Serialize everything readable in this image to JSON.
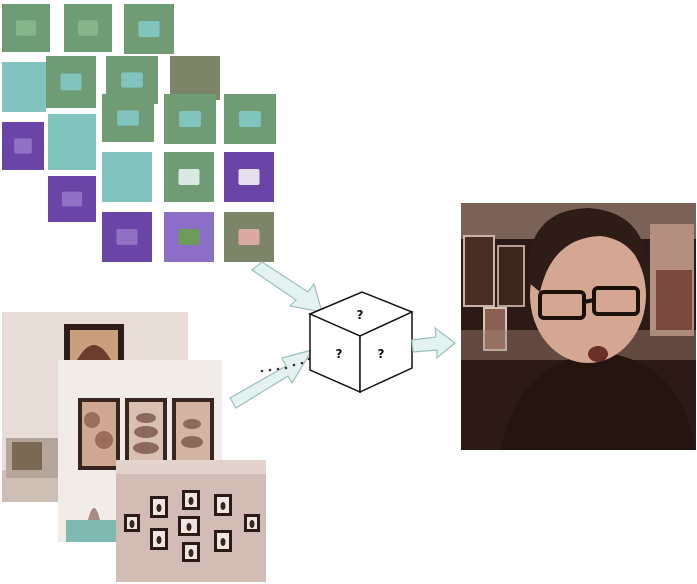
{
  "diagram": {
    "cube_marks": [
      "?",
      "?",
      "?"
    ]
  },
  "colors": {
    "green_tile": "#6f9c75",
    "green_inner": "#86b58c",
    "teal_tile": "#80c4bd",
    "purple_tile": "#6a45a8",
    "olive_tile": "#7d8568",
    "arrow_fill": "#e4f3f1",
    "arrow_stroke": "#9bbfba",
    "photo_frame": "#3a2620",
    "face_bg": "#2a1914"
  },
  "tiles": [
    {
      "kind": "green-inner"
    },
    {
      "kind": "green-inner"
    },
    {
      "kind": "green-teal"
    },
    {
      "kind": "teal"
    },
    {
      "kind": "green-teal"
    },
    {
      "kind": "green-teal"
    },
    {
      "kind": "olive"
    },
    {
      "kind": "purple"
    },
    {
      "kind": "teal"
    },
    {
      "kind": "green-teal"
    },
    {
      "kind": "green-teal"
    },
    {
      "kind": "green-teal"
    },
    {
      "kind": "purple"
    },
    {
      "kind": "teal"
    },
    {
      "kind": "green-white"
    },
    {
      "kind": "purple-white"
    },
    {
      "kind": "purple"
    },
    {
      "kind": "purple-green"
    },
    {
      "kind": "olive-pink"
    }
  ]
}
